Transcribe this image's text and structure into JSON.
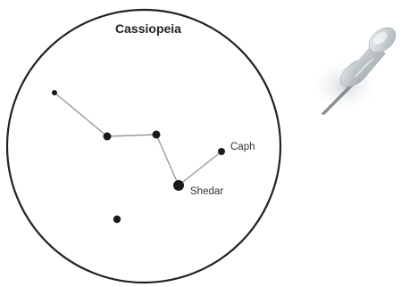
{
  "diagram": {
    "title": "Cassiopeia",
    "stars": [
      {
        "id": "far-left",
        "label": ""
      },
      {
        "id": "left-middle",
        "label": ""
      },
      {
        "id": "center",
        "label": ""
      },
      {
        "id": "shedar",
        "label": "Shedar"
      },
      {
        "id": "caph",
        "label": "Caph"
      },
      {
        "id": "lone-lower",
        "label": ""
      }
    ],
    "colors": {
      "circle": "#222222",
      "star": "#1a1a1a",
      "line": "#9a9a9a",
      "pin_head": "#b8c0c4",
      "pin_needle": "#8a9296"
    },
    "icons": {
      "pushpin": "pushpin-icon"
    }
  }
}
